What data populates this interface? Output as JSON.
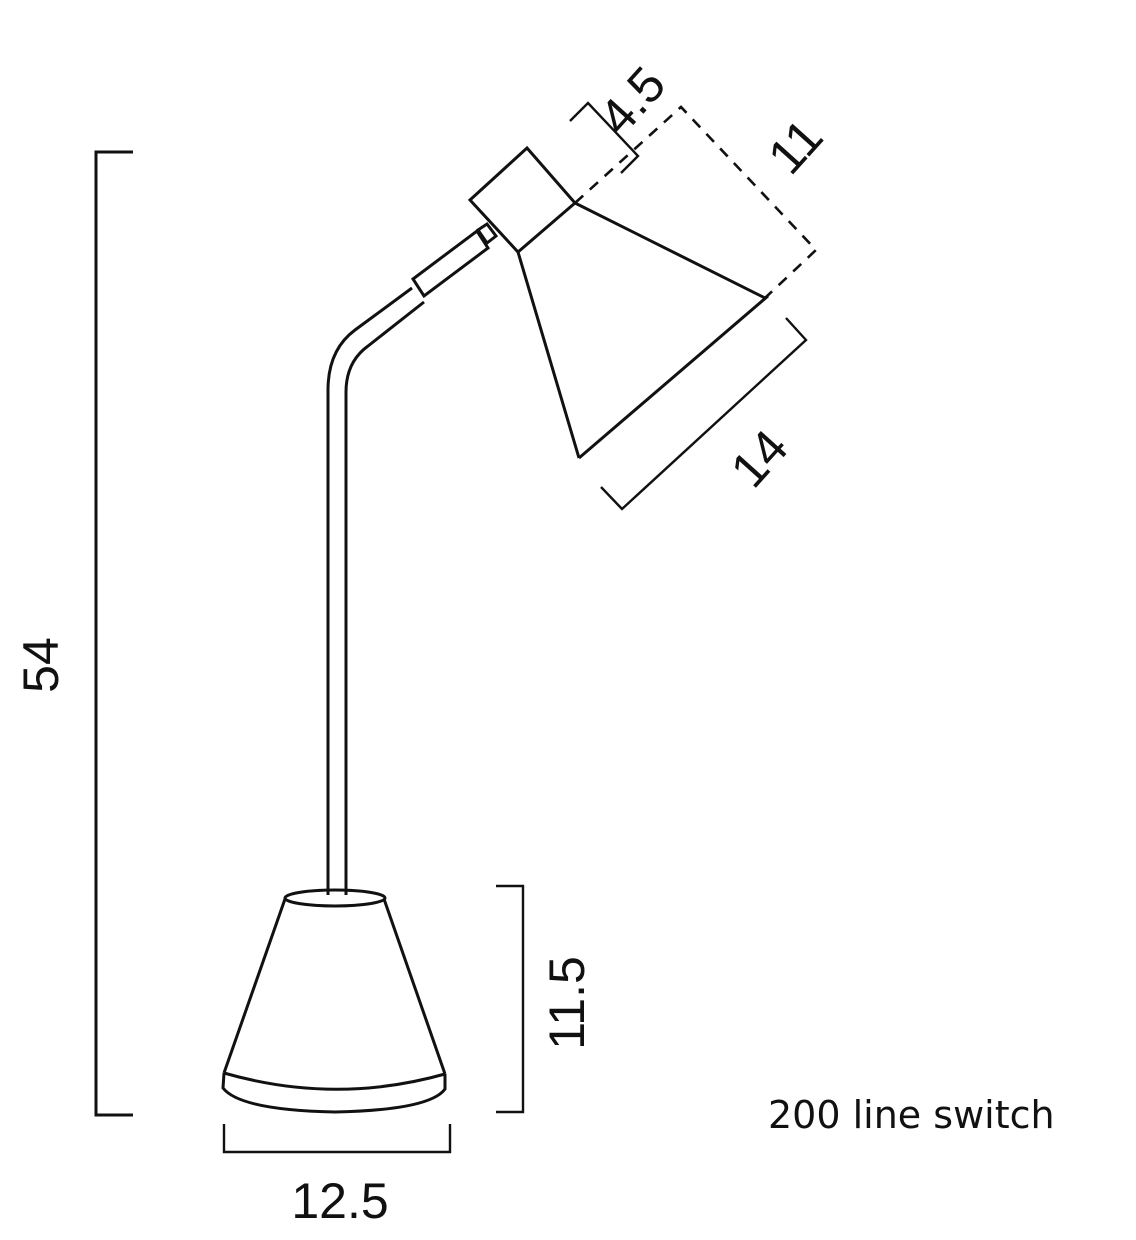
{
  "diagram": {
    "subject": "Desk lamp dimension drawing",
    "units_note": "",
    "dimensions": {
      "overall_height": "54",
      "head_depth": "4.5",
      "shade_height": "11",
      "shade_length": "14",
      "base_height": "11.5",
      "base_width": "12.5"
    },
    "note": "200 line switch",
    "colors": {
      "line": "#111111",
      "background": "#ffffff"
    }
  }
}
